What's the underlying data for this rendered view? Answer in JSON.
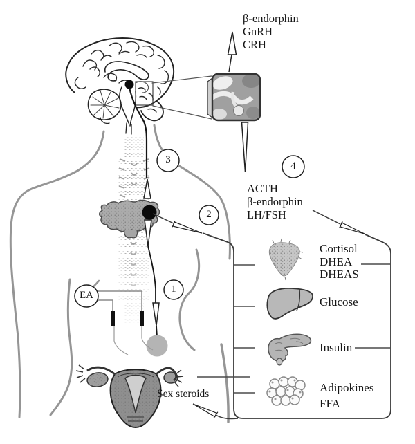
{
  "diagram": {
    "hypothalamus_outputs": [
      "β-endorphin",
      "GnRH",
      "CRH"
    ],
    "pituitary_outputs": [
      "ACTH",
      "β-endorphin",
      "LH/FSH"
    ],
    "gonadal_output": "Sex steroids",
    "ea_label": "EA",
    "steps": [
      "1",
      "2",
      "3",
      "4"
    ],
    "panel_rows": [
      {
        "organ": "adrenal-gland",
        "hormones": [
          "Cortisol",
          "DHEA",
          "DHEAS"
        ]
      },
      {
        "organ": "liver",
        "hormones": [
          "Glucose"
        ]
      },
      {
        "organ": "pancreas",
        "hormones": [
          "Insulin"
        ]
      },
      {
        "organ": "adipose-tissue",
        "hormones": [
          "Adipokines",
          "FFA"
        ]
      }
    ],
    "colors": {
      "ink": "#161616",
      "line": "#222222",
      "body_outline": "#8d8d8d",
      "organ_fill": "#b5b5b5",
      "dot_fill": "#0a0a0a"
    }
  }
}
